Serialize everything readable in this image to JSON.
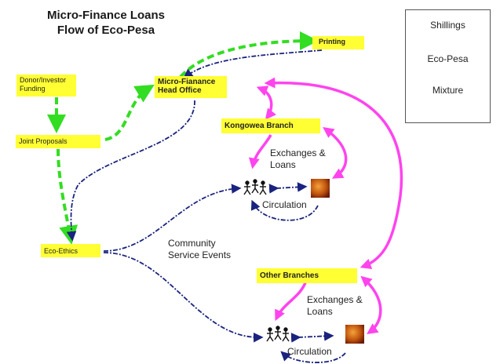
{
  "title": {
    "line1": "Micro-Finance Loans",
    "line2": "Flow of Eco-Pesa"
  },
  "nodes": {
    "printing": "Printing",
    "donor": "Donor/Investor Funding",
    "head_office": "Micro-Fianance Head Office",
    "joint_proposals": "Joint Proposals",
    "kongowea": "Kongowea Branch",
    "eco_ethics": "Eco-Ethics",
    "other_branches": "Other Branches"
  },
  "labels": {
    "exchanges_loans_top": "Exchanges & Loans",
    "circulation_top": "Circulation",
    "community_events": "Community Service Events",
    "exchanges_loans_bottom": "Exchanges & Loans",
    "circulation_bottom": "Circulation"
  },
  "legend": {
    "items": [
      {
        "label": "Shillings",
        "color": "#33dd22",
        "style": "dashed"
      },
      {
        "label": "Eco-Pesa",
        "color": "#1a237e",
        "style": "dash-dot"
      },
      {
        "label": "Mixture",
        "color": "#ff44ee",
        "style": "solid"
      }
    ]
  },
  "colors": {
    "box_fill": "#ffff33",
    "shillings": "#33dd22",
    "eco_pesa": "#1a237e",
    "mixture": "#ff44ee",
    "business_icon": "#b84a0c"
  }
}
